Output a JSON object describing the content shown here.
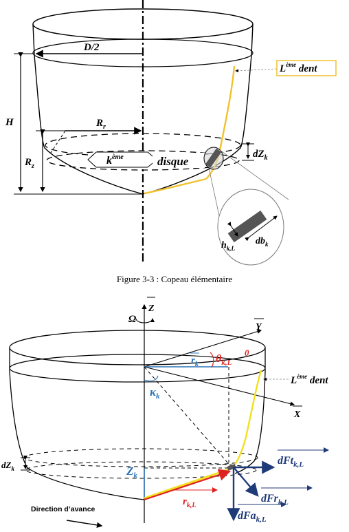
{
  "figure1": {
    "caption": "Figure 3-3 : Copeau élémentaire",
    "labels": {
      "d_half": "D/2",
      "h": "H",
      "r_r": "R",
      "r_r_sub": "r",
      "r_z": "R",
      "r_z_sub": "z",
      "dz_k": "dZ",
      "dz_k_sub": "k",
      "k_eme": "k",
      "k_eme_sup": "ème",
      "disque": "disque",
      "l_eme_dent": "L",
      "l_eme_dent_sup": "ème",
      "l_eme_dent_word": " dent",
      "h_kl": "h",
      "h_kl_sub": "k,L",
      "db_k": "db",
      "db_k_sub": "k"
    },
    "colors": {
      "tooth": "#f2c12e",
      "label_box": "#f2c12e",
      "chip": "#555555"
    }
  },
  "figure2": {
    "labels": {
      "z": "Z",
      "omega": "Ω",
      "y": "Y",
      "x": "X",
      "r_k": "r",
      "r_k_sub": "k",
      "theta": "θ",
      "theta_sub": "k,L",
      "zero": "0",
      "kappa": "κ",
      "kappa_sub": "k",
      "z_k": "Z",
      "z_k_sub": "k",
      "dz_k": "dZ",
      "dz_k_sub": "k",
      "r_kl": "r",
      "r_kl_sub": "k,L",
      "l_eme_dent": "L",
      "l_eme_dent_sup": "ème",
      "l_eme_dent_word": " dent",
      "dft": "dFt",
      "dft_sub": "k,L",
      "dfr": "dFr",
      "dfr_sub": "k,L",
      "dfa": "dFa",
      "dfa_sub": "k,L",
      "direction": "Direction d’avance"
    },
    "colors": {
      "blue": "#2e74b5",
      "red": "#e02020",
      "navy": "#1f3a78",
      "yellow": "#f2e01e"
    }
  }
}
